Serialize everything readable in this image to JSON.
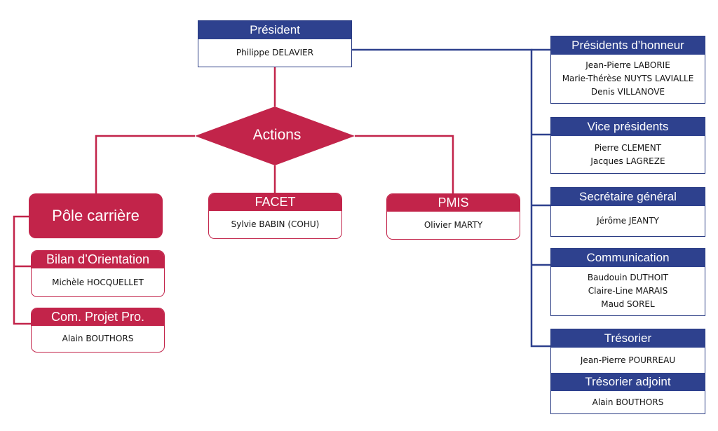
{
  "president": {
    "title": "Président",
    "names": [
      "Philippe DELAVIER"
    ]
  },
  "actions": {
    "label": "Actions"
  },
  "pole_carriere": {
    "label": "Pôle carrière"
  },
  "bilan": {
    "title": "Bilan d’Orientation",
    "names": [
      "Michèle HOCQUELLET"
    ]
  },
  "com_projet": {
    "title": "Com. Projet Pro.",
    "names": [
      "Alain BOUTHORS"
    ]
  },
  "facet": {
    "title": "FACET",
    "names": [
      "Sylvie BABIN (COHU)"
    ]
  },
  "pmis": {
    "title": "PMIS",
    "names": [
      "Olivier MARTY"
    ]
  },
  "presidents_honneur": {
    "title": "Présidents d’honneur",
    "names": [
      "Jean-Pierre LABORIE",
      "Marie-Thérèse NUYTS LAVIALLE",
      "Denis VILLANOVE"
    ]
  },
  "vice_presidents": {
    "title": "Vice présidents",
    "names": [
      "Pierre CLEMENT",
      "Jacques LAGREZE"
    ]
  },
  "secretaire": {
    "title": "Secrétaire général",
    "names": [
      "Jérôme JEANTY"
    ]
  },
  "communication": {
    "title": "Communication",
    "names": [
      "Baudouin DUTHOIT",
      "Claire-Line MARAIS",
      "Maud SOREL"
    ]
  },
  "tresorier": {
    "title": "Trésorier",
    "names": [
      "Jean-Pierre POURREAU"
    ]
  },
  "tresorier_adjoint": {
    "title": "Trésorier adjoint",
    "names": [
      "Alain BOUTHORS"
    ]
  },
  "colors": {
    "blue": "#2e418e",
    "red": "#c2244a"
  }
}
